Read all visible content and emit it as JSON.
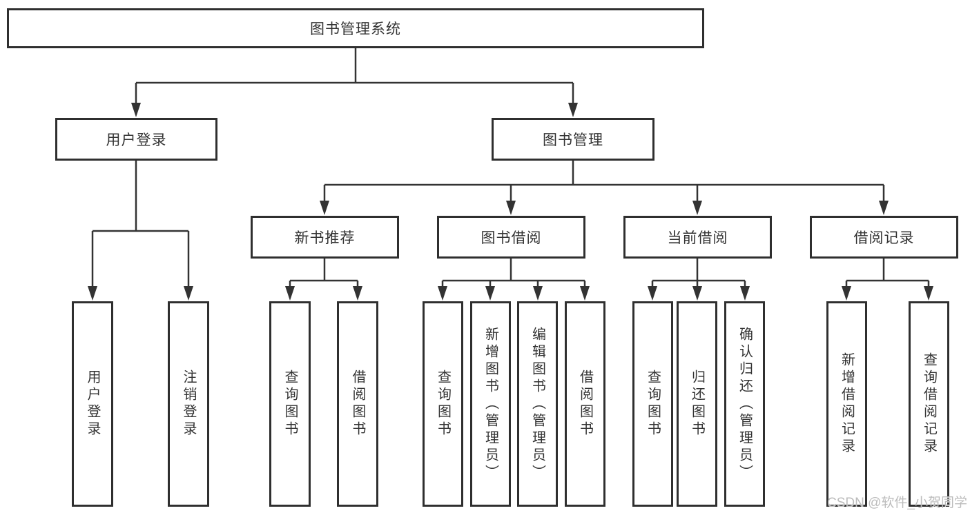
{
  "title": {
    "label": "图书管理系统"
  },
  "branches": {
    "user_login": {
      "label": "用户登录",
      "leaves": [
        "用户登录",
        "注销登录"
      ]
    },
    "book_management": {
      "label": "图书管理",
      "groups": [
        {
          "label": "新书推荐",
          "leaves": [
            "查询图书",
            "借阅图书"
          ]
        },
        {
          "label": "图书借阅",
          "leaves": [
            "查询图书",
            "新增图书（管理员）",
            "编辑图书（管理员）",
            "借阅图书"
          ]
        },
        {
          "label": "当前借阅",
          "leaves": [
            "查询图书",
            "归还图书",
            "确认归还（管理员）"
          ]
        },
        {
          "label": "借阅记录",
          "leaves": [
            "新增借阅记录",
            "查询借阅记录"
          ]
        }
      ]
    }
  },
  "watermark": {
    "text": "CSDN @软件_小贺同学"
  },
  "colors": {
    "line": "#333333",
    "box_border": "#2f2f2f",
    "text": "#333333",
    "watermark": "#bcbcbc",
    "background": "#ffffff"
  }
}
